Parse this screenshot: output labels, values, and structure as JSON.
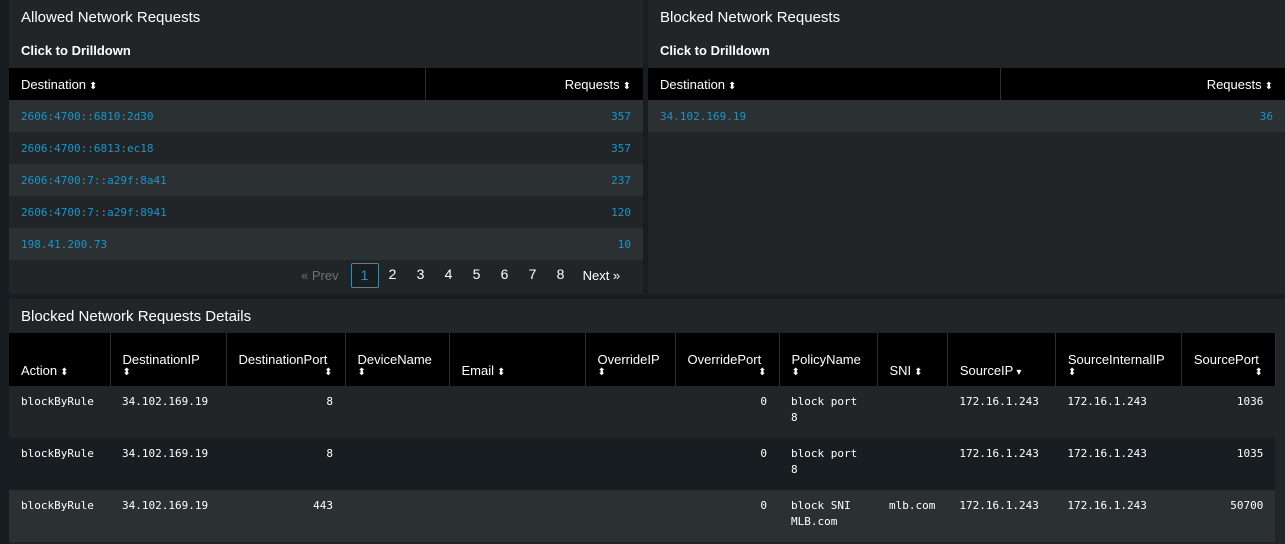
{
  "allowed": {
    "title": "Allowed Network Requests",
    "subtitle": "Click to Drilldown",
    "columns": [
      {
        "label": "Destination",
        "sort_icon": "⬍"
      },
      {
        "label": "Requests",
        "sort_icon": "⬍"
      }
    ],
    "rows": [
      {
        "destination": "2606:4700::6810:2d30",
        "requests": "357"
      },
      {
        "destination": "2606:4700::6813:ec18",
        "requests": "357"
      },
      {
        "destination": "2606:4700:7::a29f:8a41",
        "requests": "237"
      },
      {
        "destination": "2606:4700:7::a29f:8941",
        "requests": "120"
      },
      {
        "destination": "198.41.200.73",
        "requests": "10"
      }
    ],
    "pagination": {
      "prev_label": "« Prev",
      "pages": [
        "1",
        "2",
        "3",
        "4",
        "5",
        "6",
        "7",
        "8"
      ],
      "current_page": "1",
      "next_label": "Next »"
    }
  },
  "blocked": {
    "title": "Blocked Network Requests",
    "subtitle": "Click to Drilldown",
    "columns": [
      {
        "label": "Destination",
        "sort_icon": "⬍"
      },
      {
        "label": "Requests",
        "sort_icon": "⬍"
      }
    ],
    "rows": [
      {
        "destination": "34.102.169.19",
        "requests": "36"
      }
    ]
  },
  "details": {
    "title": "Blocked Network Requests Details",
    "columns": [
      {
        "label": "Action",
        "sort_icon": "⬍"
      },
      {
        "label": "DestinationIP",
        "sort_icon": "⬍"
      },
      {
        "label": "DestinationPort",
        "sort_icon": "⬍"
      },
      {
        "label": "DeviceName",
        "sort_icon": "⬍"
      },
      {
        "label": "Email",
        "sort_icon": "⬍"
      },
      {
        "label": "OverrideIP",
        "sort_icon": "⬍"
      },
      {
        "label": "OverridePort",
        "sort_icon": "⬍"
      },
      {
        "label": "PolicyName",
        "sort_icon": "⬍"
      },
      {
        "label": "SNI",
        "sort_icon": "⬍"
      },
      {
        "label": "SourceIP",
        "sort_icon": "▾"
      },
      {
        "label": "SourceInternalIP",
        "sort_icon": "⬍"
      },
      {
        "label": "SourcePort",
        "sort_icon": "⬍"
      }
    ],
    "rows": [
      {
        "action": "blockByRule",
        "destination_ip": "34.102.169.19",
        "destination_port": "8",
        "device_name": "",
        "email": "",
        "override_ip": "",
        "override_port": "0",
        "policy_name": "block port\n8",
        "sni": "",
        "source_ip": "172.16.1.243",
        "source_internal_ip": "172.16.1.243",
        "source_port": "1036"
      },
      {
        "action": "blockByRule",
        "destination_ip": "34.102.169.19",
        "destination_port": "8",
        "device_name": "",
        "email": "",
        "override_ip": "",
        "override_port": "0",
        "policy_name": "block port\n8",
        "sni": "",
        "source_ip": "172.16.1.243",
        "source_internal_ip": "172.16.1.243",
        "source_port": "1035"
      },
      {
        "action": "blockByRule",
        "destination_ip": "34.102.169.19",
        "destination_port": "443",
        "device_name": "",
        "email": "",
        "override_ip": "",
        "override_port": "0",
        "policy_name": "block SNI\nMLB.com",
        "sni": "mlb.com",
        "source_ip": "172.16.1.243",
        "source_internal_ip": "172.16.1.243",
        "source_port": "50700"
      }
    ]
  },
  "colors": {
    "background": "#171d21",
    "panel": "#212527",
    "header": "#000000",
    "row_alt": "#2b3033",
    "link": "#1e93c6",
    "text": "#ffffff",
    "disabled": "#6b7175"
  }
}
